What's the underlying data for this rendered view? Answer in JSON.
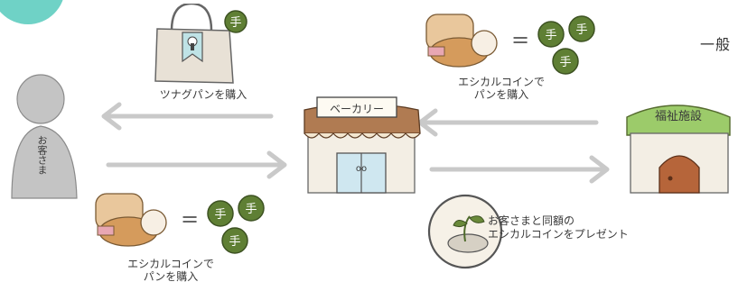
{
  "corner_label": "一般",
  "customer": {
    "label": "お客さま"
  },
  "bakery": {
    "sign": "ベーカリー",
    "door_text": "oo"
  },
  "facility": {
    "sign": "福祉施設"
  },
  "flows": {
    "buy_tsunagu": "ツナグパンを購入",
    "coin_buy_top": [
      "エシカルコインで",
      "パンを購入"
    ],
    "coin_buy_bottom": [
      "エシカルコインで",
      "パンを購入"
    ],
    "present": [
      "お客さまと同額の",
      "エシカルコインをプレゼント"
    ]
  },
  "colors": {
    "arrow": "#c9c9c9",
    "customer": "#c4c4c4",
    "coin": "#6a8a3a",
    "bakery_awning": "#b07b52",
    "facility_roof": "#9ccb6a",
    "door": "#b6653a",
    "circle_teal": "#6fd2c6",
    "bag": "#e8e1d6",
    "bread": "#e9c79c"
  }
}
